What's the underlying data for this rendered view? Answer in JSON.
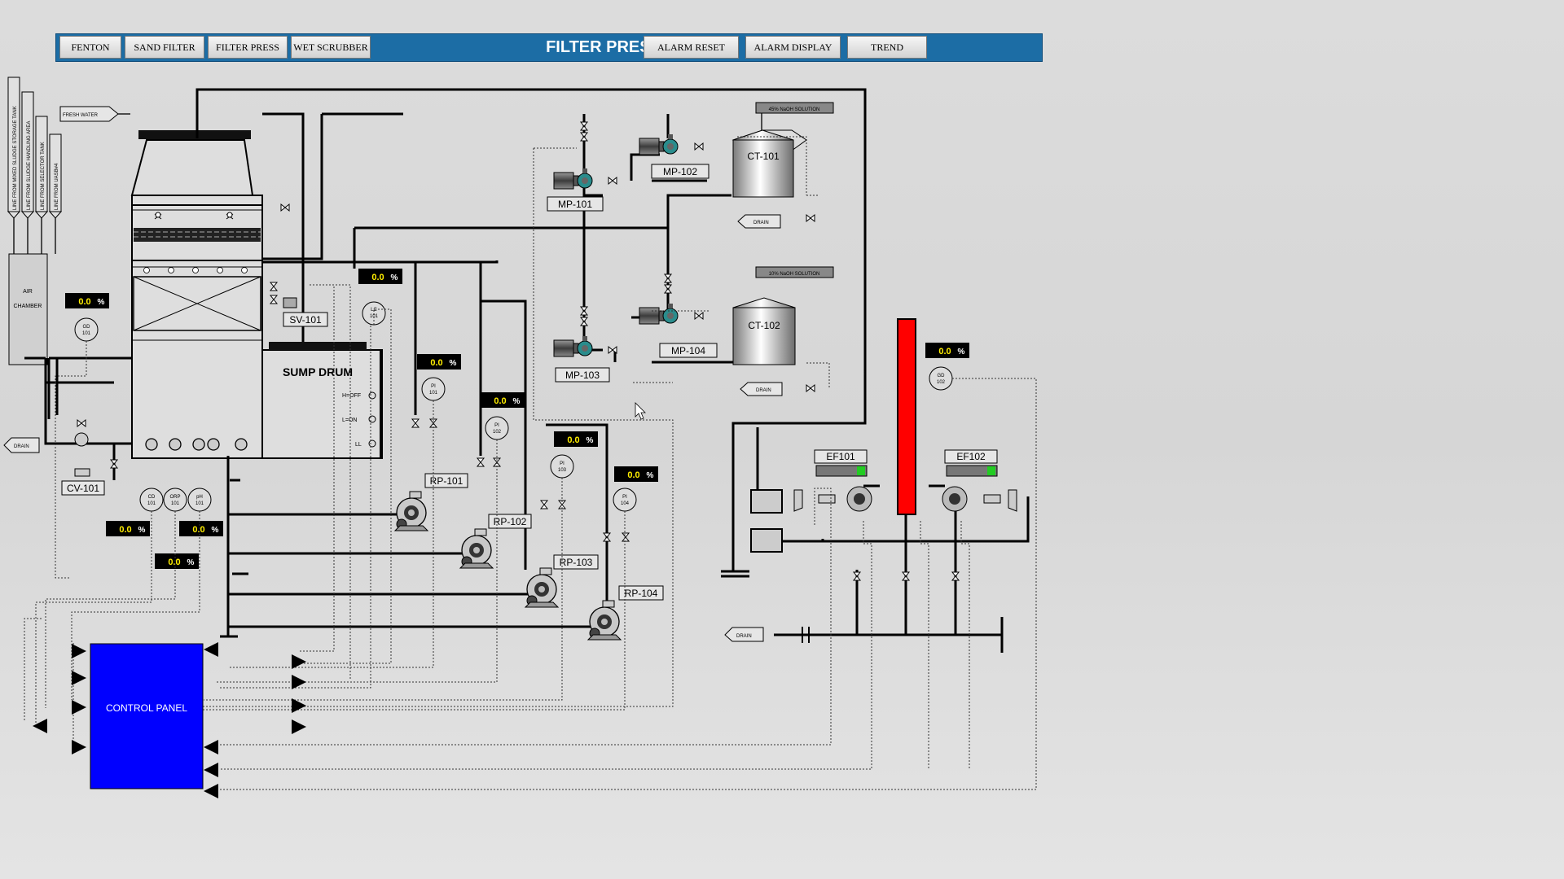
{
  "nav": {
    "fenton": "FENTON",
    "sand_filter": "SAND FILTER",
    "filter_press": "FILTER PRESS",
    "wet_scrubber": "WET SCRUBBER",
    "title": "FILTER PRESS",
    "alarm_reset": "ALARM RESET",
    "alarm_display": "ALARM DISPLAY",
    "trend": "TREND"
  },
  "inlet_lines": [
    "LINE FROM MIXED SLUDGE STORAGE TANK",
    "LINE FROM SLUDGE HANDLING AREA",
    "LINE FROM SELECTOR TANK",
    "LINE FROM UASB#4"
  ],
  "labels": {
    "fresh_water": "FRESH WATER",
    "air_chamber_1": "AIR",
    "air_chamber_2": "CHAMBER",
    "sump_drum": "SUMP DRUM",
    "h_off": "H=OFF",
    "l_on": "L=ON",
    "ll": "LL",
    "drain": "DRAIN",
    "control_panel": "CONTROL PANEL",
    "naoh_45": "45% NaOH SOLUTION",
    "naoh_10": "10% NaOH SOLUTION"
  },
  "equipment": {
    "sv101": "SV-101",
    "cv101": "CV-101",
    "mp101": "MP-101",
    "mp102": "MP-102",
    "mp103": "MP-103",
    "mp104": "MP-104",
    "ct101": "CT-101",
    "ct102": "CT-102",
    "rp101": "RP-101",
    "rp102": "RP-102",
    "rp103": "RP-103",
    "rp104": "RP-104",
    "ef101": "EF101",
    "ef102": "EF102"
  },
  "instruments": {
    "gd101": [
      "GD",
      "101"
    ],
    "gd102": [
      "GD",
      "102"
    ],
    "lc101": [
      "LC",
      "101"
    ],
    "pi101": [
      "PI",
      "101"
    ],
    "pi102": [
      "PI",
      "102"
    ],
    "pi103": [
      "PI",
      "103"
    ],
    "pi104": [
      "PI",
      "104"
    ],
    "cd101": [
      "CD",
      "101"
    ],
    "orp101": [
      "ORP",
      "101"
    ],
    "ph101": [
      "pH",
      "101"
    ]
  },
  "readings": {
    "gd101": "0.0",
    "lc101": "0.0",
    "pi101": "0.0",
    "pi102": "0.0",
    "pi103": "0.0",
    "pi104": "0.0",
    "cd101": "0.0",
    "orp101": "0.0",
    "ph101": "0.0",
    "gd102": "0.0",
    "unit": "%"
  },
  "colors": {
    "nav_bar": "#1c6da5",
    "control_panel": "#0000ff",
    "stack": "#ff0000",
    "reading_bg": "#000000",
    "reading_value": "#ffee00"
  }
}
